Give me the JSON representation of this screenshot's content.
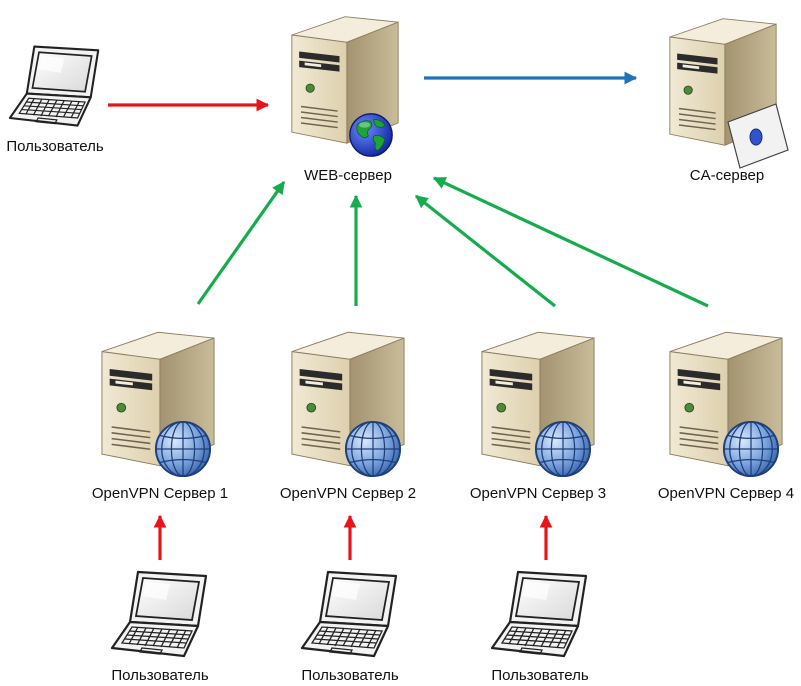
{
  "nodes": {
    "user_top": "Пользователь",
    "web_server": "WEB-сервер",
    "ca_server": "CA-сервер",
    "vpn1": "OpenVPN Сервер 1",
    "vpn2": "OpenVPN Сервер 2",
    "vpn3": "OpenVPN Сервер 3",
    "vpn4": "OpenVPN Сервер 4",
    "user1": "Пользователь",
    "user2": "Пользователь",
    "user3": "Пользователь"
  },
  "colors": {
    "user_link": "#e8141b",
    "web_to_ca": "#1f73b7",
    "vpn_to_web": "#16ac4d",
    "server_front": "#e9dfc4",
    "server_side": "#b7a883",
    "server_top": "#f4eddc"
  },
  "icons": {
    "laptop": "laptop-icon",
    "server": "server-icon",
    "globe": "globe-icon",
    "certificate": "certificate-icon"
  }
}
